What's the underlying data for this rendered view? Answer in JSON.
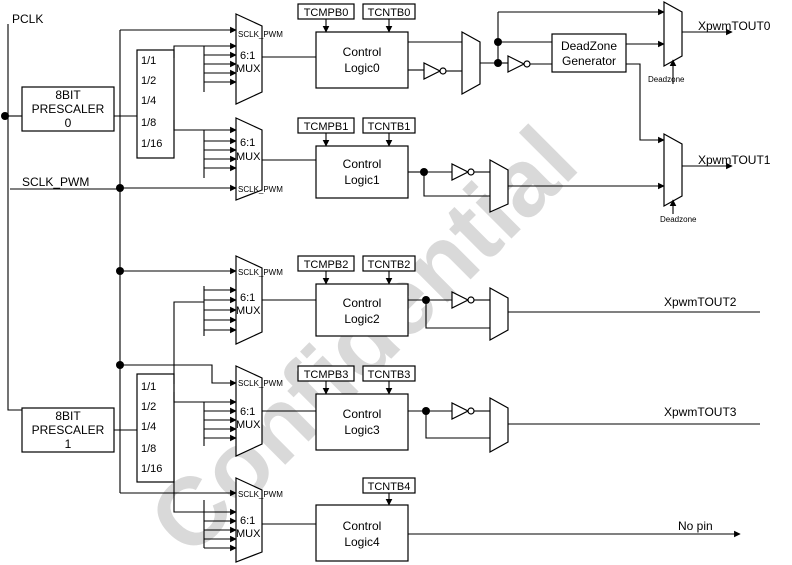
{
  "inputs": {
    "pclk": "PCLK",
    "sclk_pwm": "SCLK_PWM"
  },
  "prescalers": [
    {
      "line1": "8BIT",
      "line2": "PRESCALER",
      "line3": "0"
    },
    {
      "line1": "8BIT",
      "line2": "PRESCALER",
      "line3": "1"
    }
  ],
  "dividers": [
    "1/1",
    "1/2",
    "1/4",
    "1/8",
    "1/16"
  ],
  "mux": {
    "line1": "6:1",
    "line2": "MUX",
    "sclk_label": "SCLK_PWM"
  },
  "control_logic": [
    {
      "line1": "Control",
      "line2": "Logic0",
      "tcmp": "TCMPB0",
      "tcnt": "TCNTB0"
    },
    {
      "line1": "Control",
      "line2": "Logic1",
      "tcmp": "TCMPB1",
      "tcnt": "TCNTB1"
    },
    {
      "line1": "Control",
      "line2": "Logic2",
      "tcmp": "TCMPB2",
      "tcnt": "TCNTB2"
    },
    {
      "line1": "Control",
      "line2": "Logic3",
      "tcmp": "TCMPB3",
      "tcnt": "TCNTB3"
    },
    {
      "line1": "Control",
      "line2": "Logic4",
      "tcnt": "TCNTB4"
    }
  ],
  "deadzone_generator": {
    "line1": "DeadZone",
    "line2": "Generator"
  },
  "deadzone_label": "Deadzone",
  "outputs": [
    "XpwmTOUT0",
    "XpwmTOUT1",
    "XpwmTOUT2",
    "XpwmTOUT3",
    "No pin"
  ],
  "watermark": "Confidential"
}
